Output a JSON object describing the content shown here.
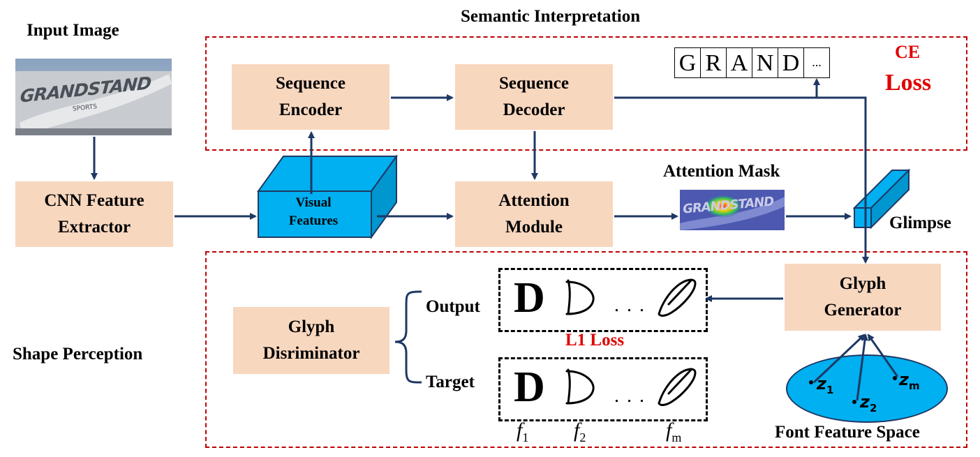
{
  "titles": {
    "input_image": "Input Image",
    "semantic": "Semantic Interpretation",
    "shape": "Shape Perception",
    "attention_mask": "Attention Mask",
    "glimpse": "Glimpse",
    "font_space": "Font Feature Space"
  },
  "input_image": {
    "text": "GRANDSTAND",
    "sub": "SPORTS"
  },
  "boxes": {
    "cnn": [
      "CNN Feature",
      "Extractor"
    ],
    "encoder": [
      "Sequence",
      "Encoder"
    ],
    "decoder": [
      "Sequence",
      "Decoder"
    ],
    "attention": [
      "Attention",
      "Module"
    ],
    "glyph_gen": [
      "Glyph",
      "Generator"
    ],
    "glyph_disc": [
      "Glyph",
      "Disriminator"
    ]
  },
  "visual_features": [
    "Visual",
    "Features"
  ],
  "output_sequence": [
    "G",
    "R",
    "A",
    "N",
    "D",
    "..."
  ],
  "ce_loss": [
    "CE",
    "Loss"
  ],
  "l1_loss": "L1 Loss",
  "branch_labels": {
    "output": "Output",
    "target": "Target"
  },
  "glyphs": {
    "first": "D",
    "ellipsis": ". . ."
  },
  "feature_labels": [
    {
      "base": "f",
      "sub": "1"
    },
    {
      "base": "f",
      "sub": "2"
    },
    {
      "base": "f",
      "sub": "m"
    }
  ],
  "latent_labels": [
    {
      "base": "z",
      "sub": "1"
    },
    {
      "base": "z",
      "sub": "2"
    },
    {
      "base": "z",
      "sub": "m"
    }
  ],
  "colors": {
    "box_fill": "#f8d7bf",
    "arrow": "#1f3864",
    "dash_red": "#c00000",
    "loss_red": "#e00000",
    "cube_blue": "#00b0f0",
    "ellipse_blue": "#00b0f0"
  }
}
